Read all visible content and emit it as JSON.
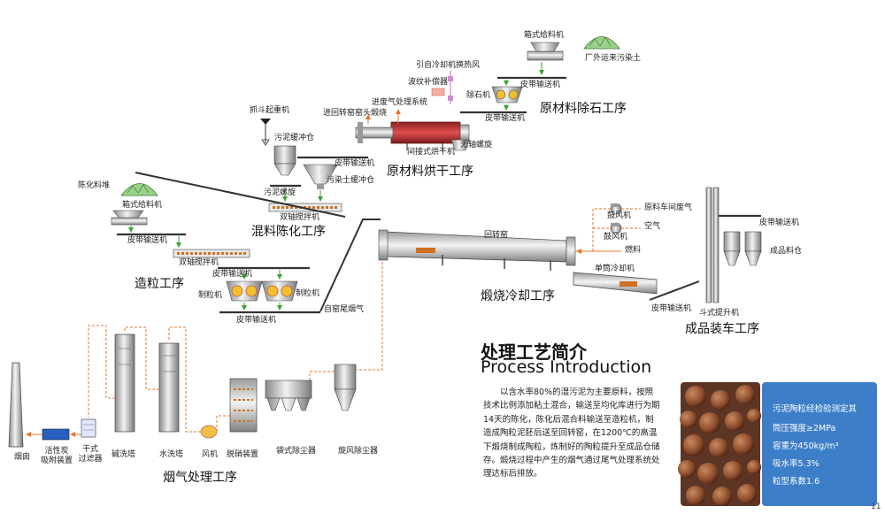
{
  "stages": {
    "raw_stone": "原材料除石工序",
    "raw_dry": "原材料烘干工序",
    "mix_age": "混料陈化工序",
    "granulate": "造粒工序",
    "calcine": "煅烧冷却工序",
    "product": "成品装车工序",
    "flue_gas": "烟气处理工序"
  },
  "labels": {
    "box_feeder_top": "箱式给料机",
    "outside_soil": "厂外运来污染土",
    "belt_1": "皮带输送机",
    "hot_air": "引自冷却机换热风",
    "bellows_comp": "波纹补偿器",
    "stone_remover": "除石机",
    "belt_2": "皮带输送机",
    "exhaust_sys": "进废气处理系统",
    "kiln_head": "进回转窑窑头煅烧",
    "grab_crane": "抓斗起重机",
    "sludge_bin": "污泥缓冲仓",
    "indirect_dryer": "间接式烘干机",
    "shaftless_screw": "无轴螺旋",
    "belt_3": "皮带输送机",
    "soil_bin": "污染土缓冲仓",
    "sludge_screw": "污泥螺旋",
    "twin_mixer_1": "双轴搅拌机",
    "aged_pile": "陈化料堆",
    "box_feeder_2": "箱式给料机",
    "belt_4": "皮带输送机",
    "twin_mixer_2": "双轴搅拌机",
    "belt_5": "皮带输送机",
    "pelletizer_1": "制粒机",
    "pelletizer_2": "制粒机",
    "belt_6": "皮带输送机",
    "kiln_tail_gas": "自窑尾烟气",
    "rotary_kiln": "回转窑",
    "blower_1": "鼓风机",
    "workshop_gas": "原料车间废气",
    "air": "空气",
    "blower_2": "鼓风机",
    "fuel": "燃料",
    "single_cooler": "单筒冷却机",
    "belt_7": "皮带输送机",
    "bucket_elevator": "斗式提升机",
    "belt_8": "皮带输送机",
    "product_bin": "成品料仓",
    "chimney": "烟囱",
    "carbon_adsorb": "活性炭\n吸附装置",
    "dry_filter": "干式\n过滤器",
    "alkali_tower": "碱洗塔",
    "water_tower": "水洗塔",
    "fan": "风机",
    "desulfur": "脱硝装置",
    "bag_filter": "袋式除尘器",
    "cyclone": "旋风除尘器"
  },
  "intro": {
    "title_zh": "处理工艺简介",
    "title_en": "Process Introduction",
    "body": "以含水率80%的湿污泥为主要原料，按照技术比例添加粘土混合，输送至均化库进行为期14天的陈化，陈化后混合料输送至造粒机，制造成陶粒泥胚后送至回转窑，在1200℃的高温下煅烧制成陶粒，炼制好的陶粒提升至成品仓储存。煅烧过程中产生的烟气通过尾气处理系统处理达标后排放。"
  },
  "spec": {
    "title": "污泥陶粒经检验测定其",
    "strength": "筒压强度≥2MPa",
    "density": "容重为450kg/m³",
    "water": "吸水率5.3%",
    "grain": "粒型系数1.6"
  },
  "page_number": "11"
}
